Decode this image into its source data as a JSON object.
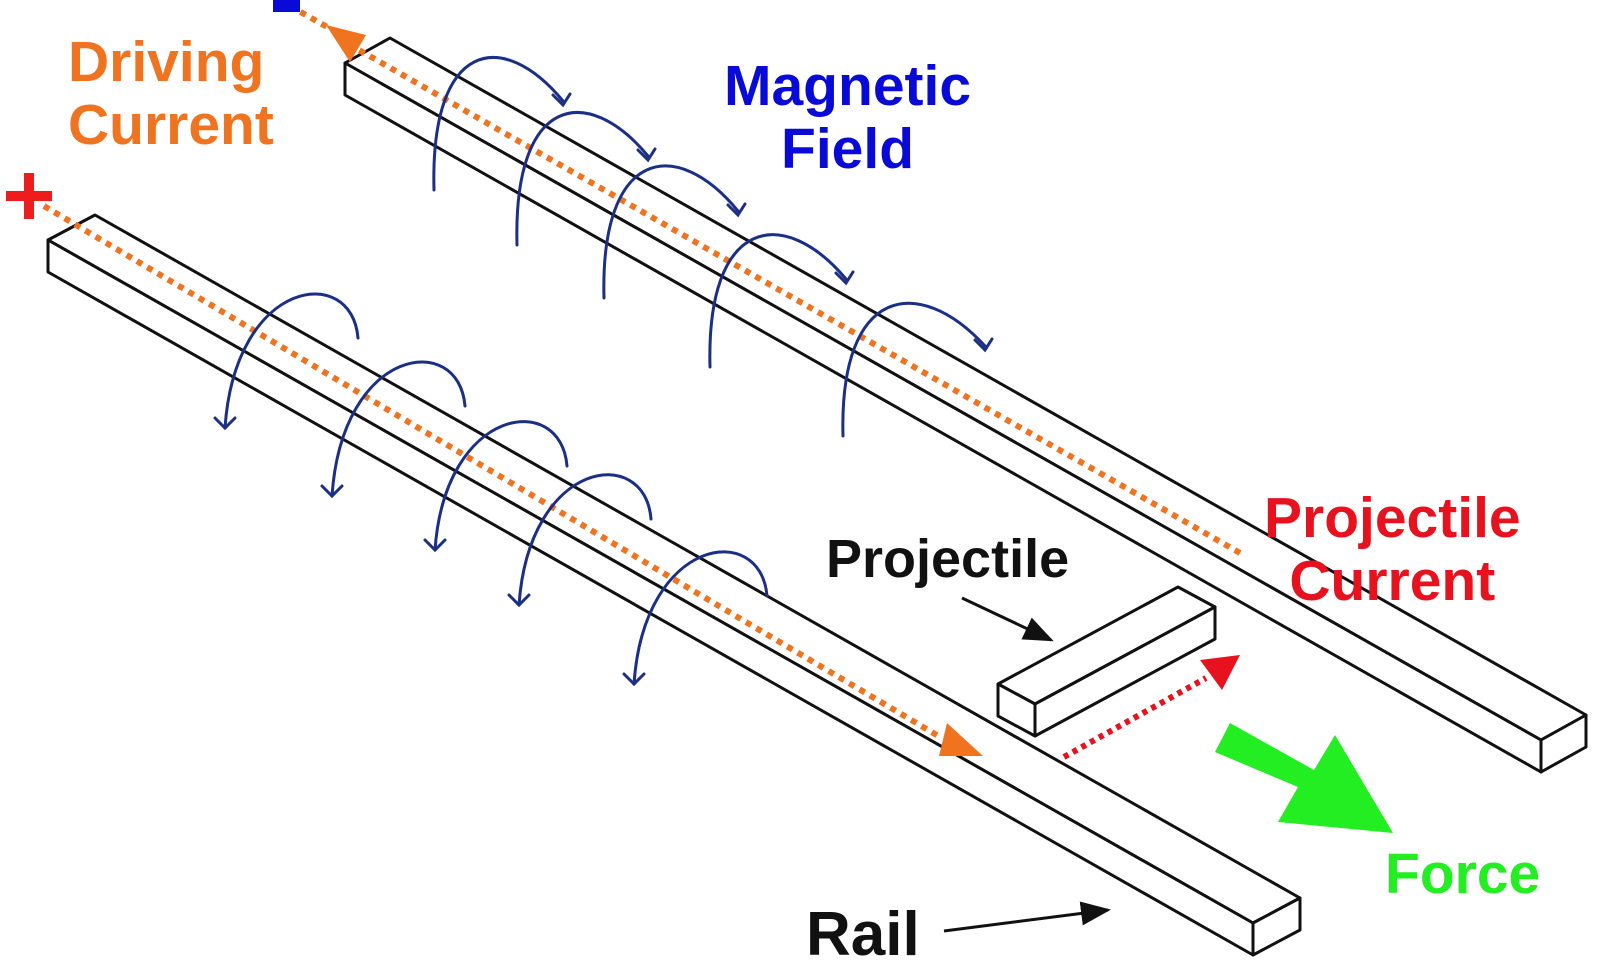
{
  "colors": {
    "driving_current": "#f07320",
    "magnetic_field": "#0a0ad8",
    "field_loops": "#1c2f86",
    "projectile_current": "#e8121e",
    "force": "#22ee22",
    "outline": "#111111",
    "positive_terminal": "#ee1c1c",
    "negative_terminal": "#0a0ad8"
  },
  "labels": {
    "driving_current": {
      "line1": "Driving",
      "line2": "Current"
    },
    "magnetic_field": {
      "line1": "Magnetic",
      "line2": "Field"
    },
    "projectile_current": {
      "line1": "Projectile",
      "line2": "Current"
    },
    "projectile": "Projectile",
    "rail": "Rail",
    "force": "Force"
  },
  "terminals": {
    "positive": "+",
    "negative": "-"
  },
  "icons": {
    "field_loop": "curved-arrow-icon",
    "current_arrow": "dotted-arrow-icon",
    "force_arrow": "block-arrow-icon"
  }
}
